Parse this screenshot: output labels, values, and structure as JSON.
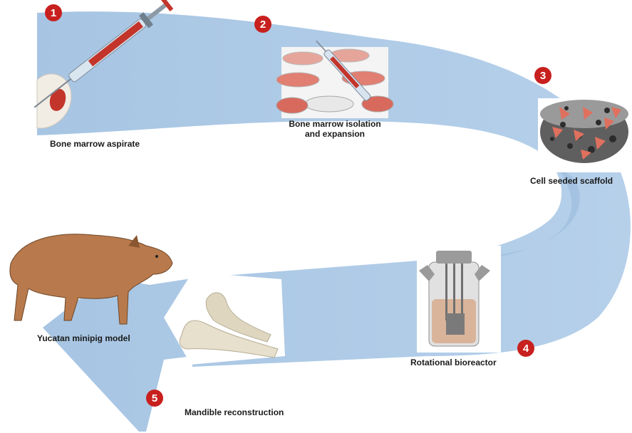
{
  "steps": [
    {
      "number": "1",
      "label": "Bone marrow aspirate"
    },
    {
      "number": "2",
      "label_line1": "Bone marrow isolation",
      "label_line2": "and expansion"
    },
    {
      "number": "3",
      "label": "Cell seeded scaffold"
    },
    {
      "number": "4",
      "label": "Rotational bioreactor"
    },
    {
      "number": "5",
      "label": "Mandible reconstruction"
    }
  ],
  "model_label": "Yucatan minipig model",
  "colors": {
    "arrow": "#a9c6e2",
    "arrow_dark": "#8fb1d3",
    "badge": "#c8201e",
    "blood": "#c3352b",
    "scaffold_cells": "#e0705e",
    "pig": "#b87a4c",
    "bone": "#e7e0cc"
  },
  "icons": [
    "syringe-icon",
    "petri-dish-icon",
    "scaffold-icon",
    "bioreactor-icon",
    "mandible-icon",
    "minipig-icon"
  ]
}
